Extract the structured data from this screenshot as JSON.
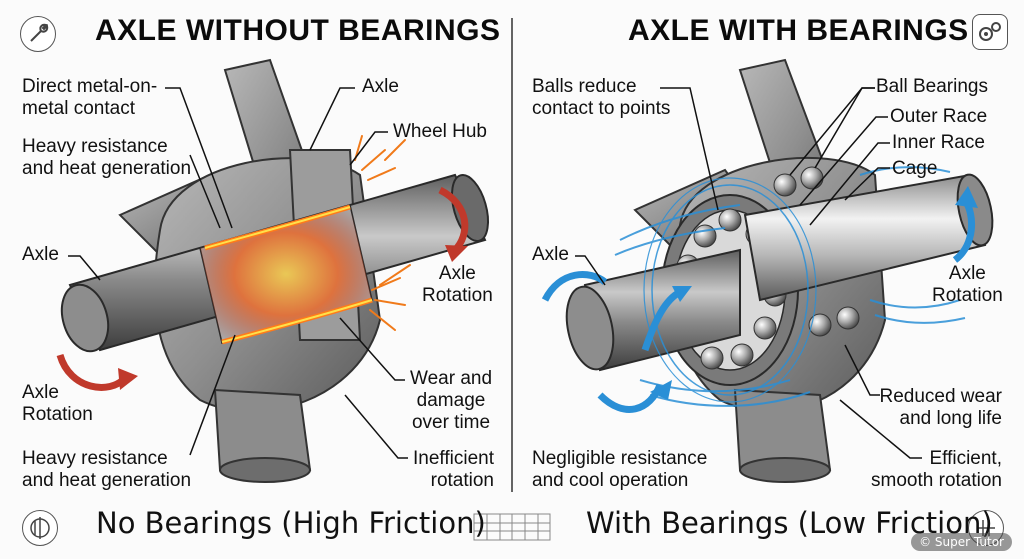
{
  "left_title": "AXLE WITHOUT BEARINGS",
  "right_title": "AXLE WITH BEARINGS",
  "left_labels": {
    "direct_contact": "Direct metal-on-\nmetal contact",
    "axle_top": "Axle",
    "wheel_hub": "Wheel Hub",
    "heavy_resistance_top": "Heavy resistance\nand heat generation",
    "axle_left": "Axle",
    "axle_rotation_right": "Axle\nRotation",
    "axle_rotation_left": "Axle\nRotation",
    "wear_damage": "Wear and\ndamage\nover time",
    "heavy_resistance_bottom": "Heavy resistance\nand heat generation",
    "inefficient": "Inefficient\nrotation"
  },
  "right_labels": {
    "balls_reduce": "Balls reduce\ncontact to points",
    "ball_bearings": "Ball Bearings",
    "outer_race": "Outer Race",
    "inner_race": "Inner Race",
    "cage": "Cage",
    "axle_left": "Axle",
    "axle_rotation": "Axle\nRotation",
    "reduced_wear": "Reduced wear\nand long life",
    "negligible": "Negligible resistance\nand cool operation",
    "efficient": "Efficient,\nsmooth rotation"
  },
  "captions": {
    "left": "No Bearings (High Friction)",
    "right": "With Bearings (Low Friction)"
  },
  "watermark": "© Super Tutor",
  "icons": [
    "wrench-icon",
    "gears-icon",
    "bearing-symbol-icon",
    "grid-icon",
    "axle-symbol-icon"
  ],
  "colors": {
    "heat": "#e8471a",
    "glow": "#ffb020",
    "flow": "#2a8fd6",
    "metal": "#7d7d7d"
  }
}
